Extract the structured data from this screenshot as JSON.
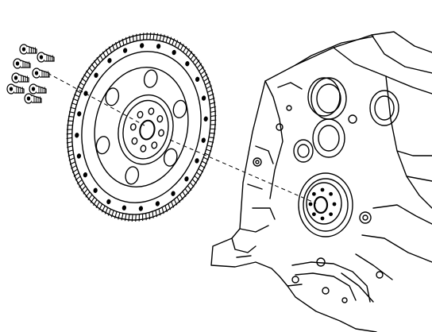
{
  "diagram": {
    "subject": "flywheel-and-engine-block-exploded-view",
    "line_color": "#000000",
    "background": "#ffffff",
    "counts": {
      "mounting_bolts": 8,
      "flywheel_large_holes": 6,
      "hub_bolt_holes": 8,
      "crankshaft_flange_holes": 8,
      "ring_gear_teeth": 132
    }
  }
}
